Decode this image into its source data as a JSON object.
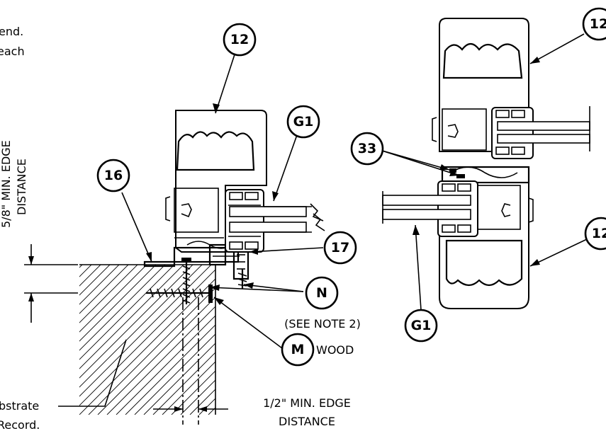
{
  "callouts": {
    "c12_left": "12",
    "c12_top_right": "12",
    "c12_mid_right": "12",
    "cG1_left": "G1",
    "cG1_right": "G1",
    "c16": "16",
    "c17": "17",
    "c33": "33",
    "cN": "N",
    "cM": "M"
  },
  "labels": {
    "see_note_2": "(SEE NOTE 2)",
    "wood": "WOOD",
    "min_edge_top_line1": "5/8\" MIN. EDGE",
    "min_edge_top_line2": "DISTANCE",
    "min_edge_bottom_line1": "1/2\" MIN. EDGE",
    "min_edge_bottom_line2": "DISTANCE"
  },
  "cropped_text": {
    "top_left_line1": "end.",
    "top_left_line2": "each",
    "bottom_left_line1": "bstrate",
    "bottom_left_line2": "Record."
  }
}
